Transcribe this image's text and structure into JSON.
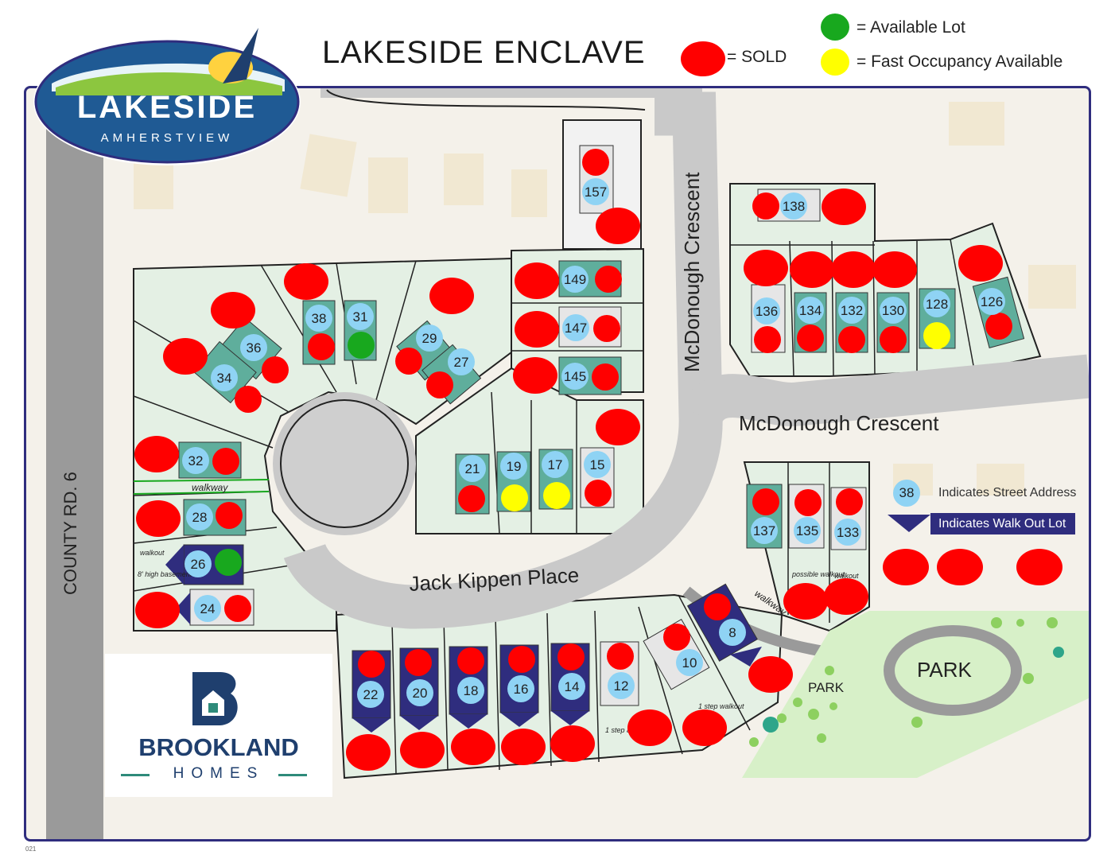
{
  "title": "LAKESIDE ENCLAVE",
  "legend": {
    "sold": "= SOLD",
    "available": "= Available Lot",
    "fast": "= Fast Occupancy Available",
    "colors": {
      "sold": "#ff0000",
      "available": "#18a81e",
      "fast": "#ffff00"
    }
  },
  "logo": {
    "name": "LAKESIDE",
    "sub": "AMHERSTVIEW"
  },
  "builder": {
    "name": "BROOKLAND",
    "sub": "HOMES"
  },
  "streets": {
    "county": "COUNTY RD. 6",
    "mcdonough_v": "McDonough Crescent",
    "mcdonough_h": "McDonough Crescent",
    "jack": "Jack Kippen Place"
  },
  "key": {
    "address_sample": "38",
    "address_text": "Indicates Street Address",
    "walkout_text": "Indicates Walk Out Lot"
  },
  "park": {
    "big": "PARK",
    "small": "PARK"
  },
  "notes": {
    "walkway1": "walkway",
    "walkway2": "walkway",
    "walkout26": "walkout",
    "basement26": "8' high basement",
    "possible": "possible walkout",
    "walkout133": "walkout",
    "onestep10": "1 step walkout",
    "onestep12": "1 step at walkout"
  },
  "lots": [
    {
      "num": "157",
      "status": "sold"
    },
    {
      "num": "138",
      "status": "sold"
    },
    {
      "num": "149",
      "status": "sold"
    },
    {
      "num": "147",
      "status": "sold"
    },
    {
      "num": "145",
      "status": "sold"
    },
    {
      "num": "136",
      "status": "sold"
    },
    {
      "num": "134",
      "status": "sold"
    },
    {
      "num": "132",
      "status": "sold"
    },
    {
      "num": "130",
      "status": "sold"
    },
    {
      "num": "128",
      "status": "fast"
    },
    {
      "num": "126",
      "status": "sold"
    },
    {
      "num": "38",
      "status": "sold"
    },
    {
      "num": "31",
      "status": "available"
    },
    {
      "num": "36",
      "status": "sold"
    },
    {
      "num": "34",
      "status": "sold"
    },
    {
      "num": "29",
      "status": "sold"
    },
    {
      "num": "27",
      "status": "sold"
    },
    {
      "num": "32",
      "status": "sold"
    },
    {
      "num": "28",
      "status": "sold"
    },
    {
      "num": "26",
      "status": "available"
    },
    {
      "num": "24",
      "status": "sold"
    },
    {
      "num": "21",
      "status": "sold"
    },
    {
      "num": "19",
      "status": "fast"
    },
    {
      "num": "17",
      "status": "fast"
    },
    {
      "num": "15",
      "status": "sold"
    },
    {
      "num": "137",
      "status": "sold"
    },
    {
      "num": "135",
      "status": "sold"
    },
    {
      "num": "133",
      "status": "sold"
    },
    {
      "num": "22",
      "status": "sold"
    },
    {
      "num": "20",
      "status": "sold"
    },
    {
      "num": "18",
      "status": "sold"
    },
    {
      "num": "16",
      "status": "sold"
    },
    {
      "num": "14",
      "status": "sold"
    },
    {
      "num": "12",
      "status": "sold"
    },
    {
      "num": "10",
      "status": "sold"
    },
    {
      "num": "8",
      "status": "sold"
    }
  ],
  "footer": "021"
}
